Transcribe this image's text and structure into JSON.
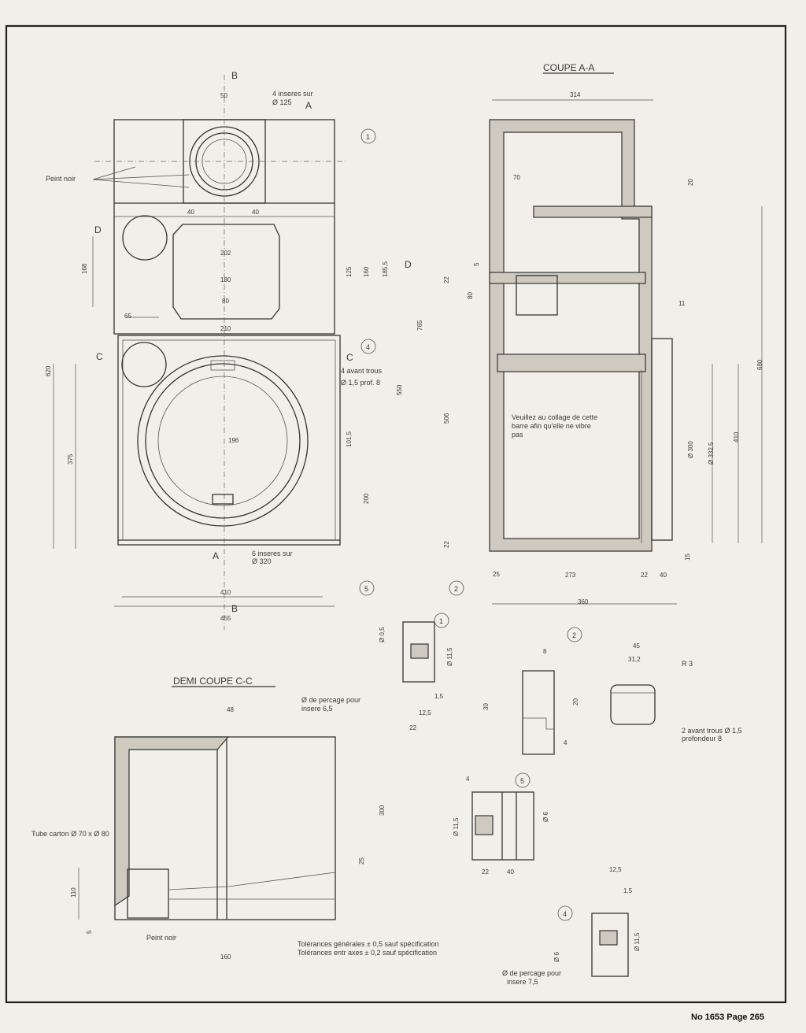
{
  "labels": {
    "coupe_aa": "COUPE  A-A",
    "demi_coupe_cc": "DEMI COUPE  C-C",
    "sec_a": "A",
    "sec_b": "B",
    "sec_c": "C",
    "sec_d": "D",
    "peint_noir": "Peint  noir",
    "peint_noir_2": "Peint  noir",
    "inserts_125": "4 inseres  sur",
    "inserts_125_dia": "Ø  125",
    "avant_trous_1": "4 avant  trous",
    "avant_trous_2": "Ø 1,5  prof. 8",
    "inserts_320": "6  inseres  sur",
    "inserts_320_dia": "Ø  320",
    "veuillez_1": "Veuillez  au  collage  de  cette",
    "veuillez_2": "barre  afin  qu'elle  ne  vibre",
    "veuillez_3": "pas",
    "tube_carton": "Tube  carton  Ø 70 x Ø 80",
    "percage_65_1": "Ø  de  percage  pour",
    "percage_65_2": "insere  6,5",
    "percage_75_1": "Ø  de  percage  pour",
    "percage_75_2": "insere  7,5",
    "avant_trous_15_1": "2  avant  trous  Ø 1,5",
    "avant_trous_15_2": "profondeur  8",
    "r3": "R 3",
    "tol_1": "Tolérances   générales  ± 0,5   sauf   spécification",
    "tol_2": "Tolérances   entr  axes  ± 0,2   sauf   spécification",
    "footer": "No 1653 Page 265"
  },
  "callouts": {
    "c1a": "1",
    "c2a": "2",
    "c4a": "4",
    "c5a": "5",
    "c1b": "1",
    "c2b": "2",
    "c4b": "4",
    "c5b": "5"
  },
  "dims": {
    "d50": "50",
    "d40a": "40",
    "d40b": "40",
    "d202": "202",
    "d180": "180",
    "d80": "80",
    "d210": "210",
    "d65": "65",
    "d196": "196",
    "d410": "410",
    "d455": "455",
    "d168": "168",
    "d620": "620",
    "d375": "375",
    "d125": "125",
    "d160": "160",
    "d1855": "185,5",
    "d5": "5",
    "d765": "765",
    "d550": "550",
    "d1015": "101,5",
    "d200": "200",
    "d506": "506",
    "d22a": "22",
    "d80v": "80",
    "d22b": "22",
    "d314": "314",
    "d70": "70",
    "d20": "20",
    "d11": "11",
    "d680": "680",
    "d300": "Ø 300",
    "d3325": "Ø 332,5",
    "d410v": "410",
    "d15": "15",
    "d25": "25",
    "d273": "273",
    "d22c": "22",
    "d40c": "40",
    "d360": "360",
    "d48": "48",
    "d300v": "300",
    "d25v": "25",
    "d110": "110",
    "d5v": "5",
    "d160h": "160",
    "d05": "Ø 0,5",
    "d115": "Ø 11,5",
    "d15h": "1,5",
    "d125h": "12,5",
    "d22d": "22",
    "d8": "8",
    "d45": "45",
    "d312": "31,2",
    "d30": "30",
    "d20v": "20",
    "d4": "4",
    "d4b": "4",
    "d115b": "Ø 11,5",
    "d6": "Ø 6",
    "d22e": "22",
    "d40d": "40",
    "d125c": "12,5",
    "d15c": "1,5",
    "d6b": "Ø 6",
    "d115c": "Ø 11,5"
  }
}
